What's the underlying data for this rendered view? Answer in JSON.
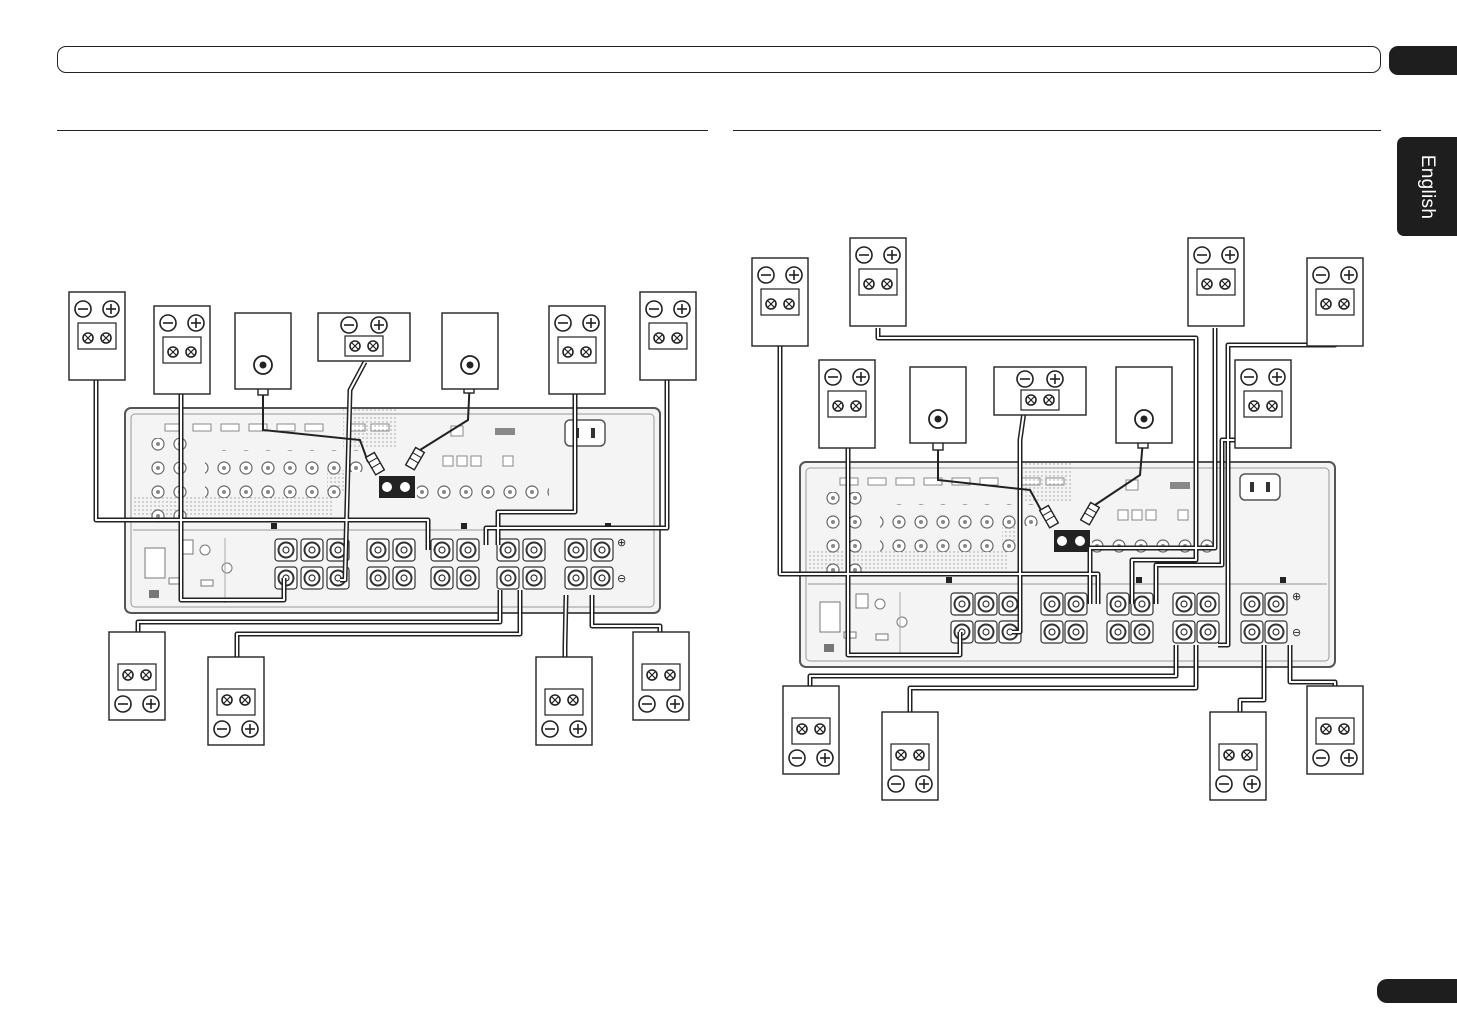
{
  "language_tab": {
    "label": "English"
  },
  "sections": [
    {
      "id": "left",
      "description_text": ""
    },
    {
      "id": "right",
      "description_text": ""
    }
  ]
}
